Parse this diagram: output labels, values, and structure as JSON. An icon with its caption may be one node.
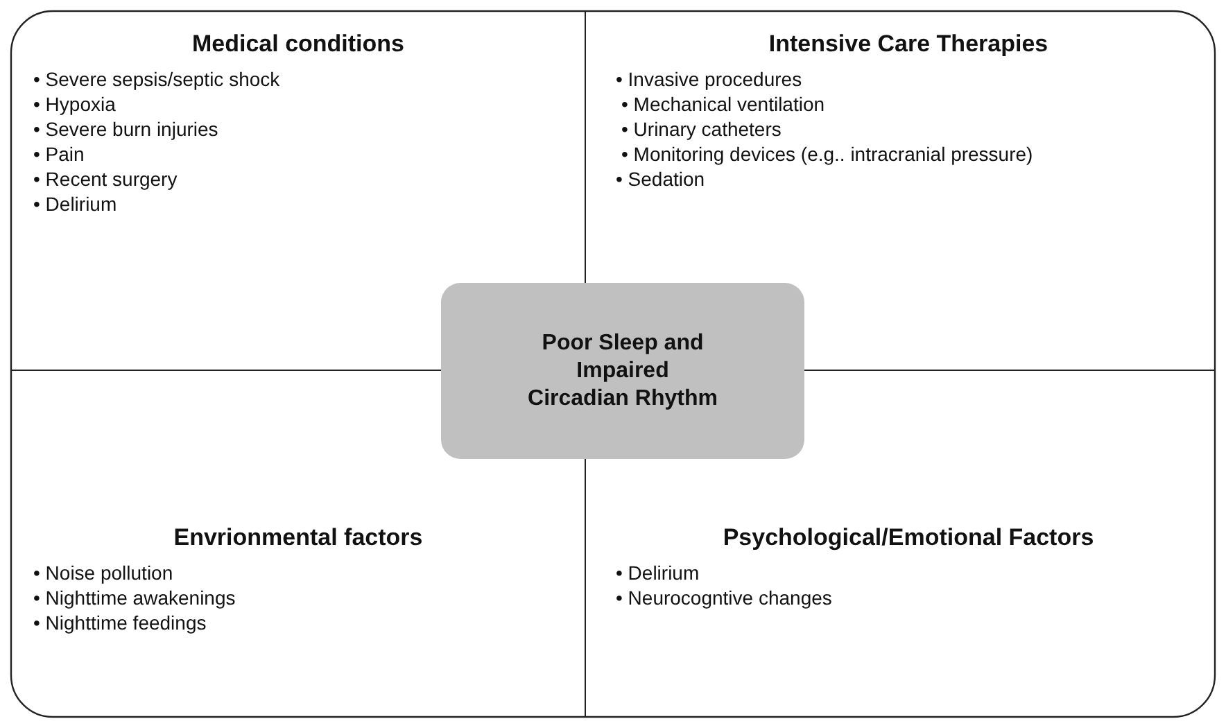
{
  "diagram": {
    "nodes": [
      {
        "text": [
          "Medical conditions",
          "• Severe sepsis/septic shock",
          "• Hypoxia",
          "• Severe burn injuries",
          "• Pain",
          "• Recent surgery",
          "• Delirium"
        ]
      },
      {
        "text": [
          "Intensive Care Therapies",
          "• Invasive procedures",
          "• Mechanical ventilation",
          "• Urinary catheters",
          "• Monitoring devices (e.g.. intracranial pressure)",
          "• Sedation"
        ]
      },
      {
        "text": [
          "Poor Sleep and Impaired Circadian Rhythm"
        ]
      },
      {
        "text": [
          "Envrionmental factors",
          "• Noise pollution",
          "• Nighttime awakenings",
          "• Nighttime feedings"
        ]
      },
      {
        "text": [
          "Psychological/Emotional Factors",
          "• Delirium",
          "• Neurocogntive changes"
        ]
      }
    ],
    "edges": []
  }
}
